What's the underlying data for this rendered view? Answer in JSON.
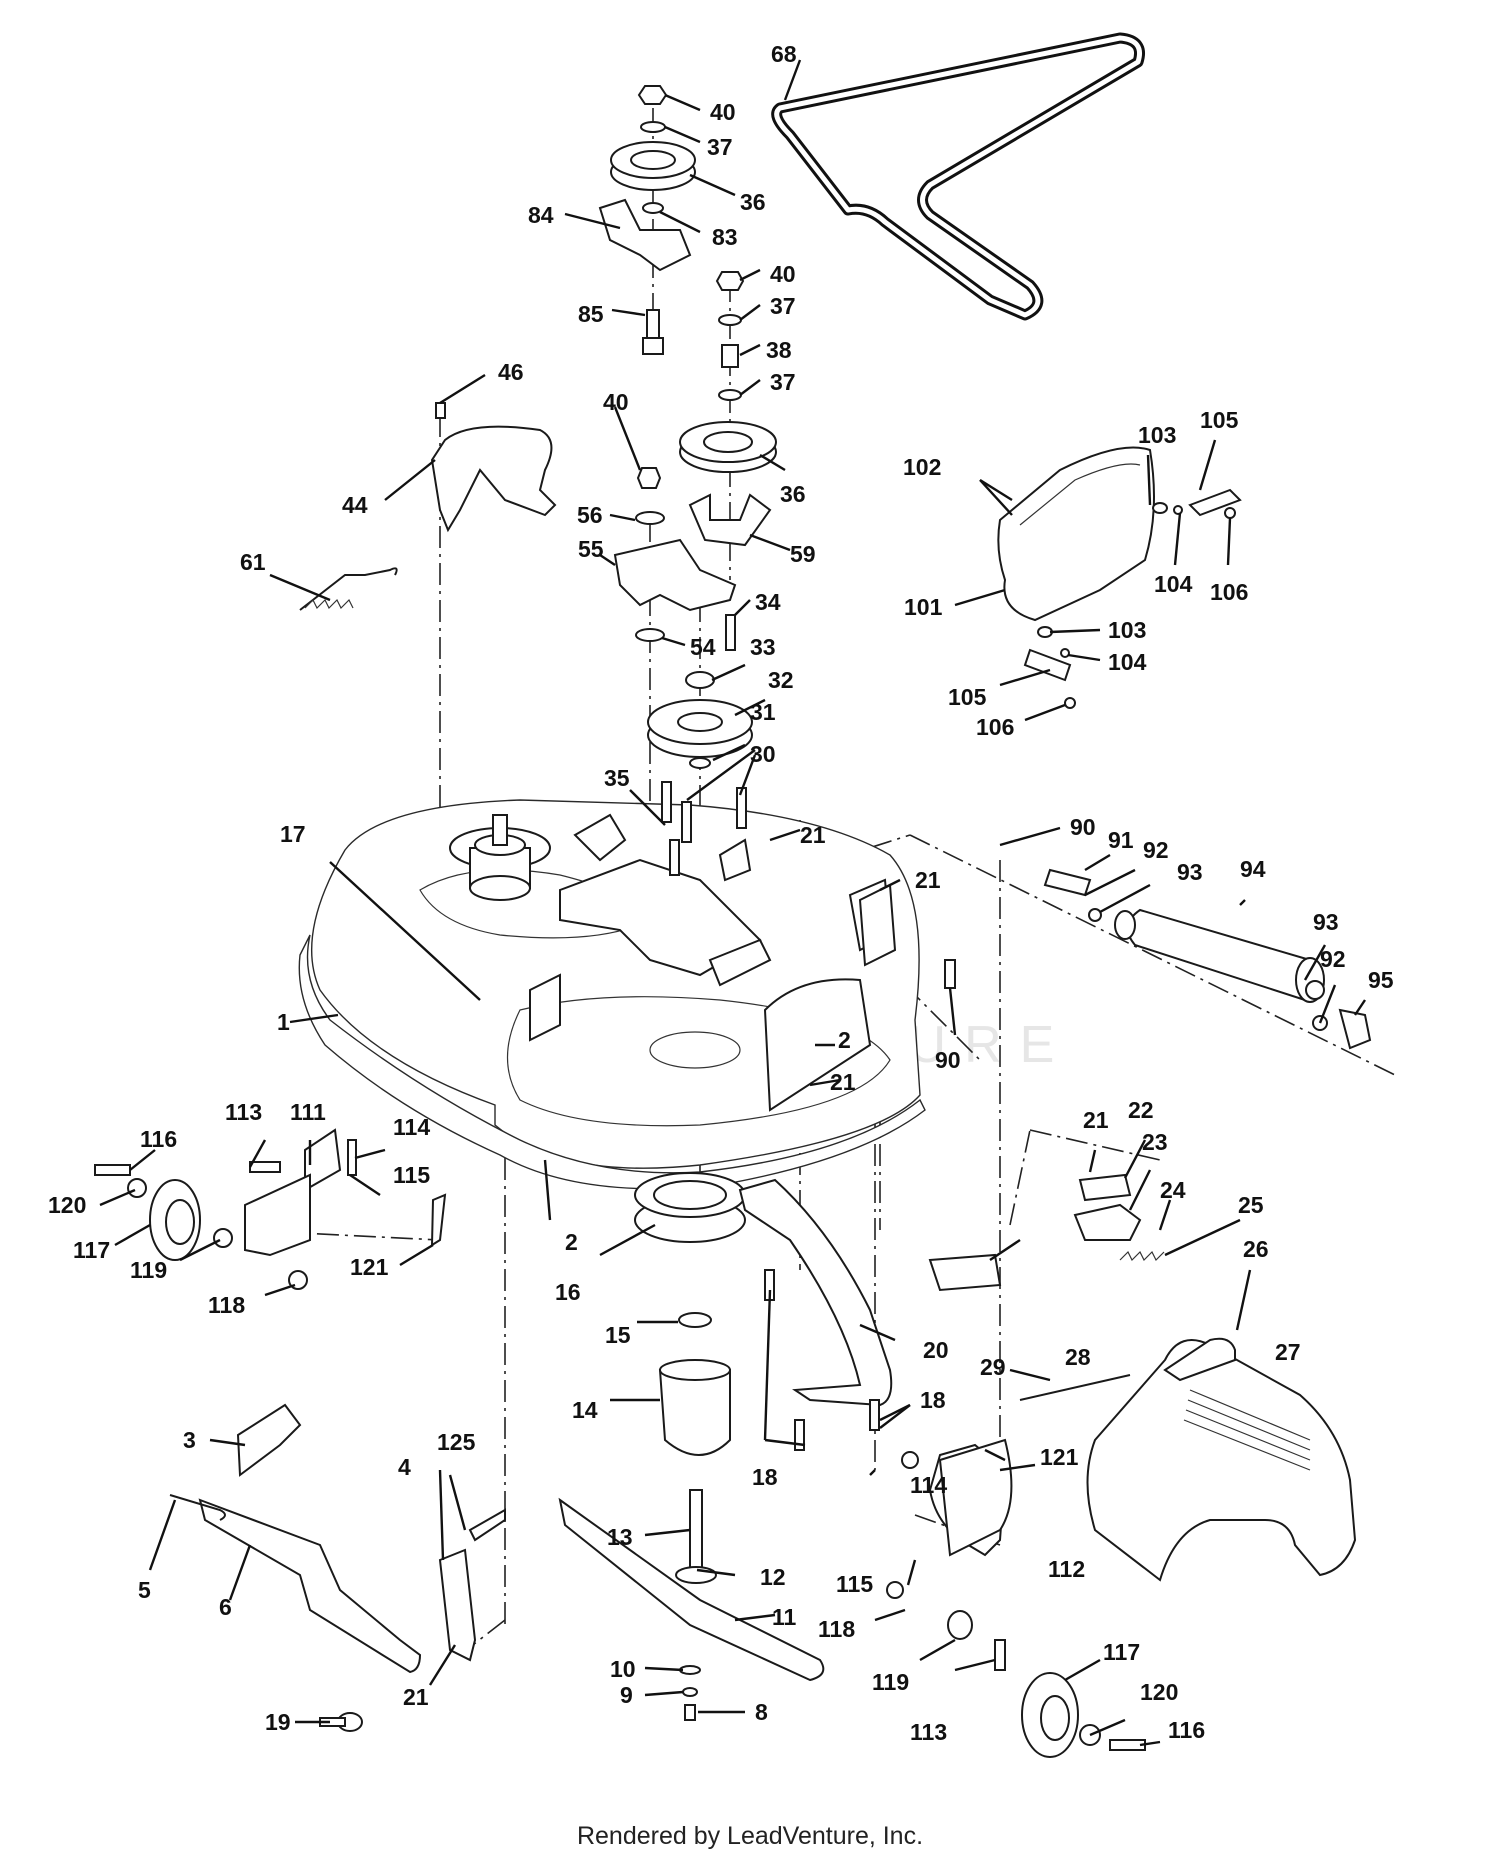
{
  "footer": "Rendered by LeadVenture, Inc.",
  "watermark": "LEADVENTURE",
  "callouts": [
    "68",
    "40",
    "37",
    "36",
    "84",
    "83",
    "85",
    "40",
    "37",
    "38",
    "37",
    "36",
    "46",
    "44",
    "40",
    "56",
    "59",
    "55",
    "61",
    "34",
    "54",
    "33",
    "32",
    "31",
    "30",
    "35",
    "102",
    "103",
    "105",
    "104",
    "106",
    "101",
    "103",
    "104",
    "105",
    "106",
    "17",
    "21",
    "21",
    "90",
    "91",
    "92",
    "93",
    "94",
    "93",
    "92",
    "95",
    "90",
    "1",
    "2",
    "21",
    "21",
    "22",
    "23",
    "24",
    "25",
    "26",
    "113",
    "111",
    "114",
    "116",
    "115",
    "120",
    "117",
    "119",
    "121",
    "118",
    "2",
    "16",
    "15",
    "20",
    "14",
    "18",
    "18",
    "28",
    "29",
    "27",
    "114",
    "121",
    "3",
    "125",
    "4",
    "5",
    "6",
    "19",
    "21",
    "13",
    "12",
    "11",
    "10",
    "9",
    "8",
    "115",
    "112",
    "118",
    "117",
    "119",
    "120",
    "113",
    "116"
  ]
}
